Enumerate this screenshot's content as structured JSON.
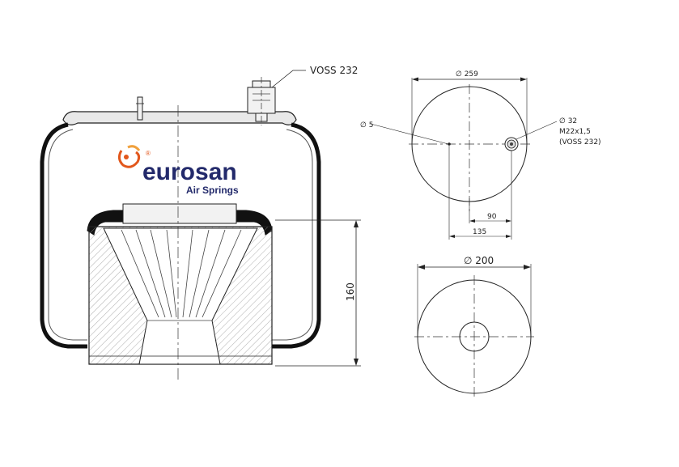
{
  "brand": {
    "name": "eurosan",
    "subtitle": "Air Springs",
    "registered_mark": "®",
    "colors": {
      "text": "#232a6b",
      "logo_accent": "#e2571c"
    }
  },
  "section_view": {
    "connector_label": "VOSS 232",
    "height_dim": "160"
  },
  "top_view": {
    "diameter_label": "∅ 259",
    "hole_label": "∅ 5",
    "port_diameter": "∅ 32",
    "port_thread": "M22x1,5",
    "port_type": "(VOSS 232)",
    "offset_inner": "90",
    "offset_outer": "135"
  },
  "bottom_view": {
    "diameter_label": "∅ 200"
  }
}
